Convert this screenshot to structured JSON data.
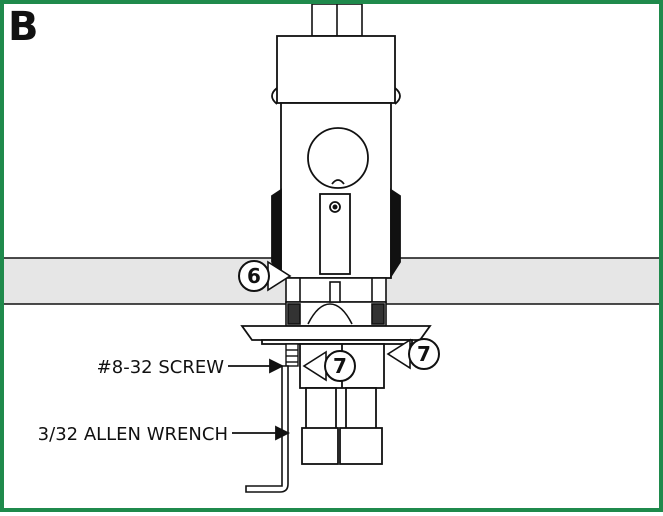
{
  "figure": {
    "panel_letter": "B",
    "border_color": "#1f8a4c",
    "callouts": [
      {
        "number": "6"
      },
      {
        "number": "7"
      },
      {
        "number": "7"
      }
    ],
    "labels": {
      "screw": "#8-32 SCREW",
      "wrench": "3/32 ALLEN WRENCH"
    },
    "colors": {
      "line": "#111111",
      "shelf_fill": "#e6e6e6",
      "body_fill": "#ffffff"
    }
  }
}
